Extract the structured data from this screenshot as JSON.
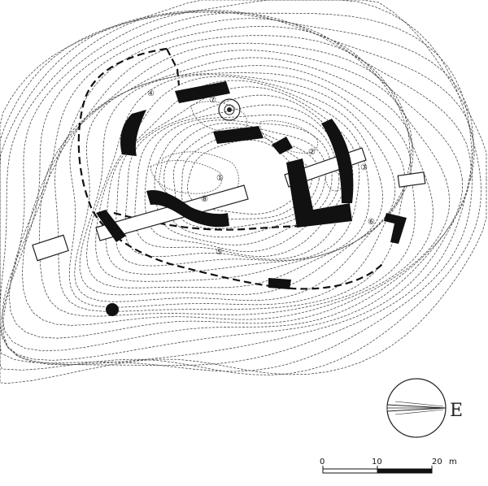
{
  "map": {
    "structure_markers": [
      {
        "label": "①"
      },
      {
        "label": "②"
      },
      {
        "label": "③"
      },
      {
        "label": "④"
      },
      {
        "label": "⑤"
      },
      {
        "label": "⑥"
      },
      {
        "label": "⑦"
      },
      {
        "label": "⑧"
      }
    ],
    "scale_bar": {
      "ticks": [
        "0",
        "10",
        "20"
      ],
      "unit": "m"
    },
    "orientation": {
      "label": "E"
    },
    "colors": {
      "walls": "#111111",
      "contours": "#4a4a4a",
      "background": "#ffffff"
    }
  }
}
